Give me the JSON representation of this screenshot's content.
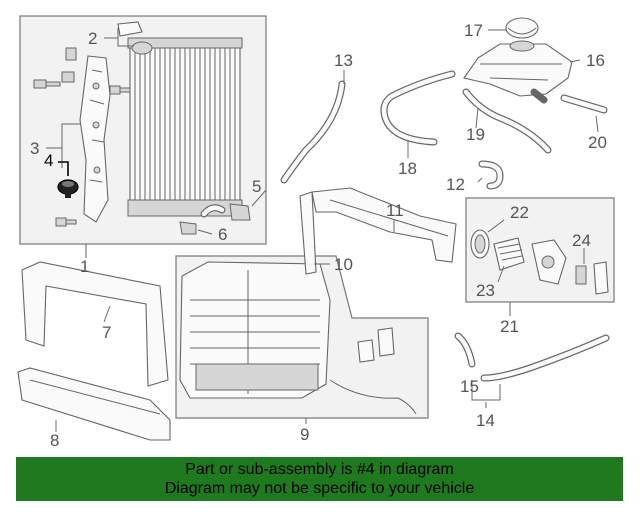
{
  "callouts": {
    "c1": "1",
    "c2": "2",
    "c3": "3",
    "c4": "4",
    "c5": "5",
    "c6": "6",
    "c7": "7",
    "c8": "8",
    "c9": "9",
    "c10": "10",
    "c11": "11",
    "c12": "12",
    "c13": "13",
    "c14": "14",
    "c15": "15",
    "c16": "16",
    "c17": "17",
    "c18": "18",
    "c19": "19",
    "c20": "20",
    "c21": "21",
    "c22": "22",
    "c23": "23",
    "c24": "24"
  },
  "highlight_part": "4",
  "banner": {
    "line1": "Part or sub-assembly is #4 in diagram",
    "line2": "Diagram may not be specific to your vehicle"
  },
  "colors": {
    "banner_bg": "#1f7a1f",
    "callout_text": "#555555",
    "highlight_text": "#000000"
  }
}
